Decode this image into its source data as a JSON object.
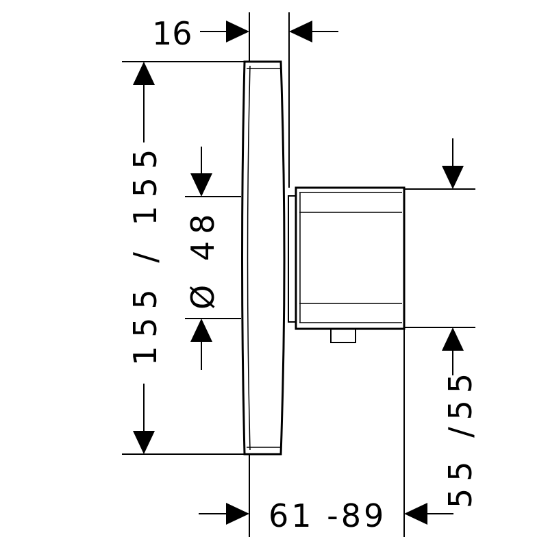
{
  "dimensions": {
    "top_offset": "16",
    "height": "155 / 155",
    "diameter": "Ø 48",
    "bottom_offset": "55 /55",
    "depth": "61 -89"
  }
}
